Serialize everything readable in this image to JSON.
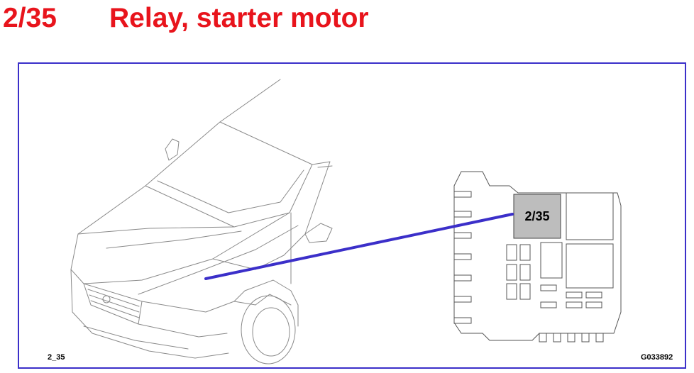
{
  "header": {
    "code": "2/35",
    "title": "Relay, starter motor"
  },
  "diagram": {
    "component_label": "2/35",
    "ref_left": "2_35",
    "ref_right": "G033892"
  },
  "colors": {
    "title": "#e8141c",
    "frame": "#3b2fc9",
    "pointer": "#3b2fc9",
    "highlight": "#bdbdbd"
  }
}
